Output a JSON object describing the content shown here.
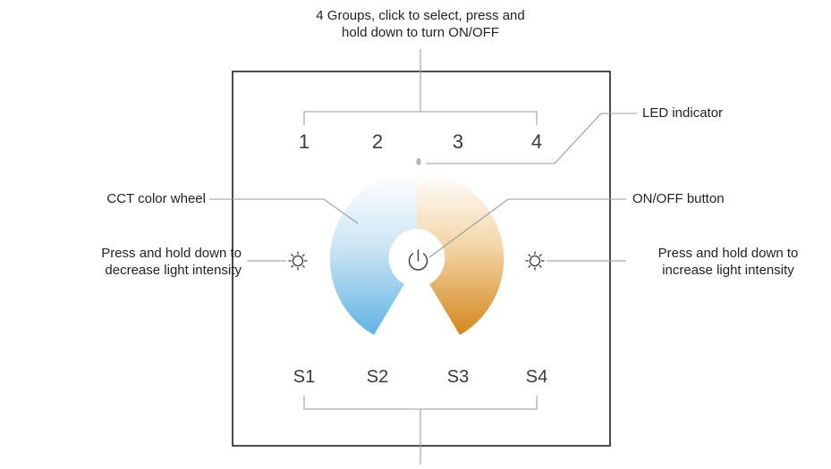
{
  "annotations": {
    "groups_line1": "4 Groups, click to select, press and",
    "groups_line2": "hold down to turn ON/OFF",
    "led_indicator": "LED indicator",
    "cct_wheel": "CCT color wheel",
    "onoff_button": "ON/OFF button",
    "decrease_line1": "Press and hold down to",
    "decrease_line2": "decrease light intensity",
    "increase_line1": "Press and hold down to",
    "increase_line2": "increase light intensity"
  },
  "panel": {
    "group_keys": [
      "1",
      "2",
      "3",
      "4"
    ],
    "scene_keys": [
      "S1",
      "S2",
      "S3",
      "S4"
    ]
  },
  "icons": {
    "power": "power-icon",
    "brightness": "sun-icon"
  },
  "colors": {
    "panel_border": "#231f20",
    "leader_line": "#9a9a9a",
    "wheel_cool": "#5fb3e3",
    "wheel_neutral": "#ffffff",
    "wheel_warm": "#d4861c"
  }
}
